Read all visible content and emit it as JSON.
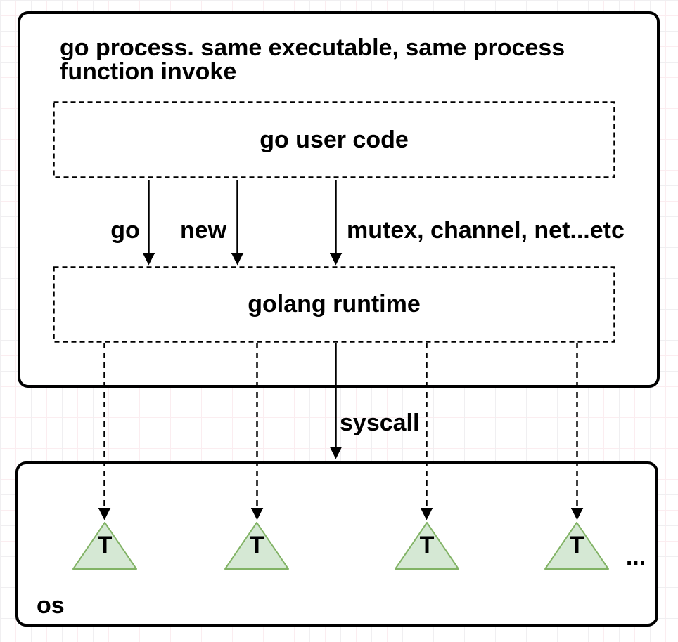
{
  "diagram": {
    "process_box": {
      "title_line1": "go process. same executable, same process",
      "title_line2": "function invoke",
      "user_code_box_label": "go user code",
      "runtime_box_label": "golang runtime",
      "call_arrows": [
        {
          "label": "go"
        },
        {
          "label": "new"
        },
        {
          "label": "mutex, channel, net...etc"
        }
      ]
    },
    "syscall_arrow_label": "syscall",
    "os_box": {
      "label": "os",
      "threads": [
        {
          "label": "T"
        },
        {
          "label": "T"
        },
        {
          "label": "T"
        },
        {
          "label": "T"
        }
      ],
      "more_threads_indicator": "..."
    },
    "colors": {
      "thread_fill": "#d5e8d4",
      "thread_stroke": "#82b366",
      "line_color": "#000000"
    }
  }
}
